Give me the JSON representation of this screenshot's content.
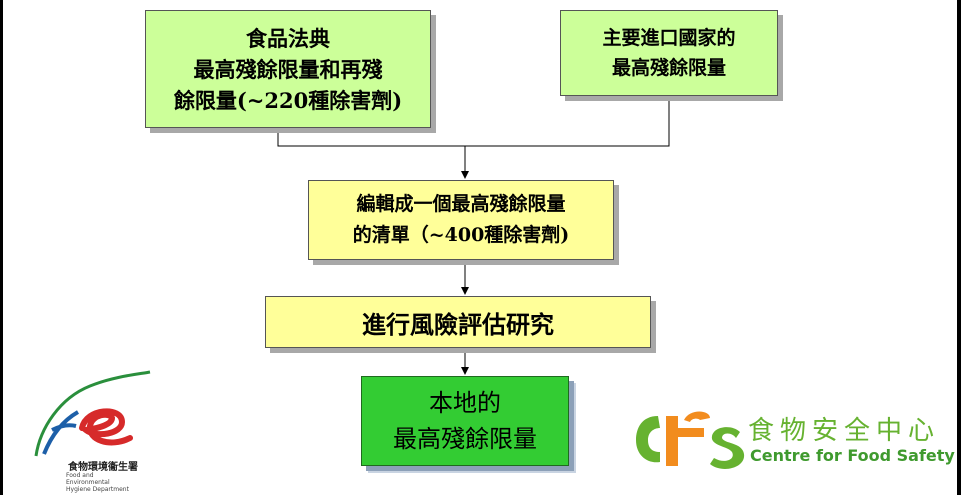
{
  "flowchart": {
    "codex_box": {
      "lines": [
        "食品法典",
        "最高殘餘限量和再殘",
        "餘限量(~220種除害劑)"
      ]
    },
    "import_box": {
      "lines": [
        "主要進口國家的",
        "最高殘餘限量"
      ]
    },
    "compile_box": {
      "lines": [
        "編輯成一個最高殘餘限量",
        "的清單（~400種除害劑)"
      ]
    },
    "risk_box": {
      "label": "進行風險評估研究"
    },
    "local_box": {
      "lines": [
        "本地的",
        "最高殘餘限量"
      ]
    }
  },
  "logos": {
    "fehd": {
      "chinese_name": "食物環境衞生署",
      "english_name": "Food and Environmental Hygiene Department"
    },
    "cfs": {
      "chinese_name": "食物安全中心",
      "english_name": "Centre for Food Safety"
    }
  },
  "colors": {
    "source_box_fill": "#ccff99",
    "process_box_fill": "#ffff99",
    "result_box_fill": "#33cc33",
    "cfs_orange": "#f28c1e",
    "cfs_green": "#66b230"
  }
}
